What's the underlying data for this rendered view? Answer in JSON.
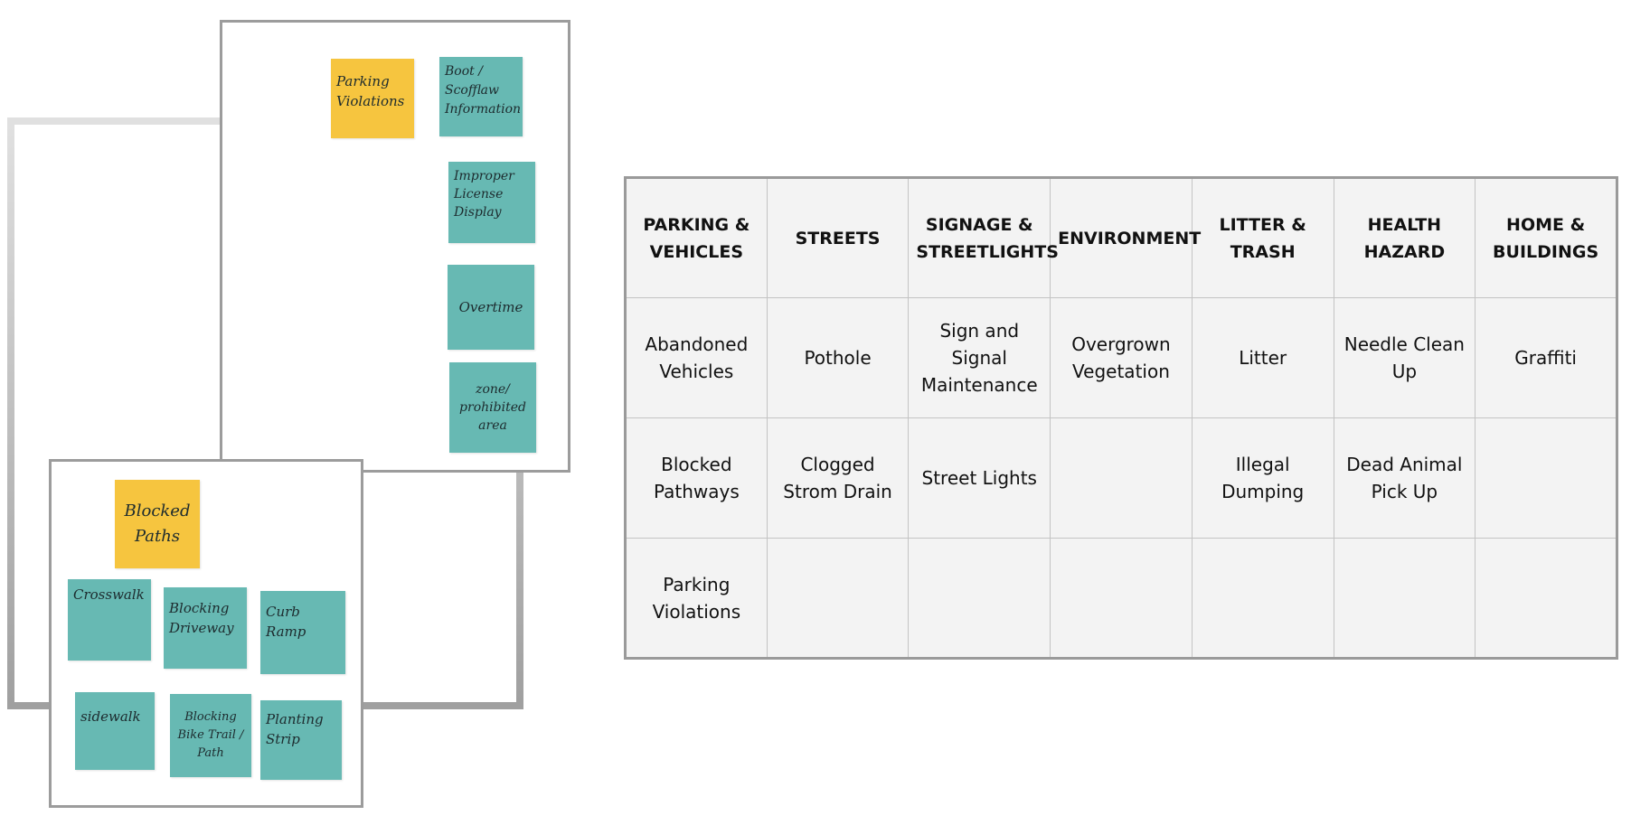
{
  "boards": {
    "top": {
      "notes": [
        {
          "id": "parking-violations",
          "text": "Parking\nViolations",
          "color": "#f6c53f"
        },
        {
          "id": "boot-scofflaw",
          "text": "Boot /\nScofflaw\nInformation",
          "color": "#67b9b3"
        },
        {
          "id": "improper-license",
          "text": "Improper\nLicense\nDisplay",
          "color": "#67b9b3"
        },
        {
          "id": "overtime",
          "text": "Overtime",
          "color": "#67b9b3"
        },
        {
          "id": "zone-prohibited",
          "text": "zone/\nprohibited\narea",
          "color": "#67b9b3"
        }
      ]
    },
    "bottom": {
      "notes": [
        {
          "id": "blocked-paths",
          "text": "Blocked\nPaths",
          "color": "#f6c53f"
        },
        {
          "id": "crosswalk",
          "text": "Crosswalk",
          "color": "#67b9b3"
        },
        {
          "id": "blocking-driveway",
          "text": "Blocking\nDriveway",
          "color": "#67b9b3"
        },
        {
          "id": "curb-ramp",
          "text": "Curb\nRamp",
          "color": "#67b9b3"
        },
        {
          "id": "sidewalk",
          "text": "sidewalk",
          "color": "#67b9b3"
        },
        {
          "id": "blocking-bike-trail",
          "text": "Blocking\nBike Trail /\nPath",
          "color": "#67b9b3"
        },
        {
          "id": "planting-strip",
          "text": "Planting\nStrip",
          "color": "#67b9b3"
        }
      ]
    }
  },
  "table": {
    "headers": [
      "PARKING & VEHICLES",
      "STREETS",
      "SIGNAGE & STREETLIGHTS",
      "ENVIRONMENT",
      "LITTER & TRASH",
      "HEALTH HAZARD",
      "HOME & BUILDINGS"
    ],
    "rows": [
      [
        "Abandoned Vehicles",
        "Pothole",
        "Sign and Signal Maintenance",
        "Overgrown Vegetation",
        "Litter",
        "Needle Clean Up",
        "Graffiti"
      ],
      [
        "Blocked Pathways",
        "Clogged Strom Drain",
        "Street Lights",
        "",
        "Illegal Dumping",
        "Dead Animal Pick Up",
        ""
      ],
      [
        "Parking Violations",
        "",
        "",
        "",
        "",
        "",
        ""
      ]
    ]
  }
}
